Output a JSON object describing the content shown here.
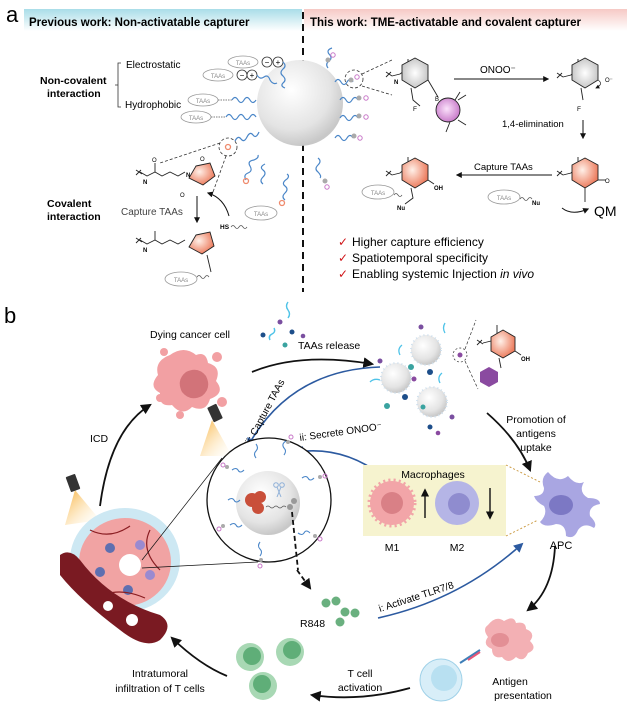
{
  "panel_a": {
    "label": "a",
    "left_header": "Previous work: Non-activatable capturer",
    "right_header": "This work: TME-activatable and covalent capturer",
    "noncovalent": {
      "title_line1": "Non-covalent",
      "title_line2": "interaction",
      "electrostatic": "Electrostatic",
      "hydrophobic": "Hydrophobic",
      "taa_tag": "TAAs",
      "minus": "−",
      "plus": "+"
    },
    "covalent": {
      "title_line1": "Covalent",
      "title_line2": "interaction",
      "capture_label": "Capture TAAs",
      "hs": "HS",
      "n": "N",
      "o": "O",
      "nh": "N",
      "h": "H",
      "s": "S"
    },
    "reaction": {
      "oxidant": "ONOO⁻",
      "elimination": "1,4-elimination",
      "capture": "Capture TAAs",
      "qm": "QM",
      "f": "F",
      "b": "B",
      "oh": "OH",
      "o_minus": "O⁻",
      "nu": "Nu"
    },
    "benefits": [
      {
        "check": "✓",
        "text": "Higher capture efficiency",
        "italic": ""
      },
      {
        "check": "✓",
        "text": "Spatiotemporal specificity",
        "italic": ""
      },
      {
        "check": "✓",
        "text": "Enabling systemic Injection ",
        "italic": "in vivo"
      }
    ],
    "colors": {
      "left_header_bg": "#bfe6ee",
      "right_header_bg": "#f8d6d3",
      "check": "#d0161a",
      "maleimide": "#ef8a6c",
      "boronate": "#c878c8",
      "chain": "#4a86c8"
    }
  },
  "panel_b": {
    "label": "b",
    "dying_cell": "Dying cancer cell",
    "taas_release": "TAAs release",
    "capture_step": "iii: Capture TAAs",
    "secrete_step": "ii: Secrete ONOO⁻",
    "activate_step": "i: Activate TLR7/8",
    "promotion": [
      "Promotion of",
      "antigens",
      "uptake"
    ],
    "macrophages": "Macrophages",
    "m1": "M1",
    "m2": "M2",
    "apc": "APC",
    "icd": "ICD",
    "r848": "R848",
    "antigen_presentation": [
      "Antigen",
      "presentation"
    ],
    "t_cell_activation": [
      "T cell",
      "activation"
    ],
    "infiltration": [
      "Intratumoral",
      "infiltration of T cells"
    ],
    "colors": {
      "blue_arrow": "#2c5aa0",
      "macro_box": "#f6f3cf",
      "m1": "#f2a5a8",
      "m2": "#b5b5e6",
      "apc": "#a9a6e2",
      "tcell": "#8ccaa0",
      "tumor": "#f1a3a3",
      "vessel": "#7a1a22"
    }
  }
}
